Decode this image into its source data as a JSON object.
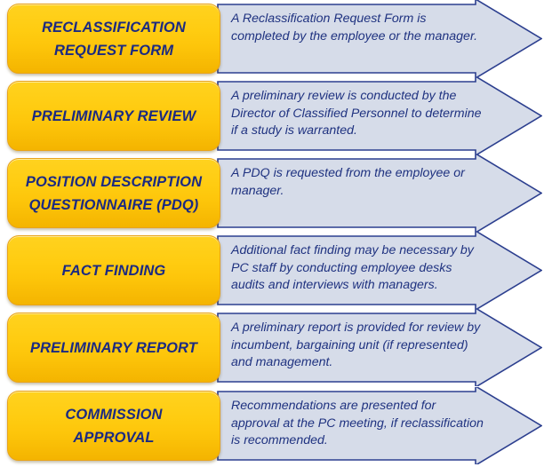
{
  "diagram": {
    "type": "process-flow",
    "orientation": "vertical-sequence",
    "step_count": 6,
    "colors": {
      "box_fill_top": "#ffd21f",
      "box_fill_bottom": "#f4b400",
      "box_border": "#e8a31a",
      "title_text": "#1b2a82",
      "arrow_fill": "#d6dce9",
      "arrow_border": "#2c3f8f",
      "description_text": "#1f3280",
      "background": "#ffffff"
    },
    "steps": [
      {
        "index": 1,
        "title": "RECLASSIFICATION\nREQUEST FORM",
        "description": "A  Reclassification Request Form is completed by the employee or the manager."
      },
      {
        "index": 2,
        "title": "PRELIMINARY REVIEW",
        "description": "A preliminary review is conducted by the Director of Classified Personnel to determine if a study is warranted."
      },
      {
        "index": 3,
        "title": "POSITION DESCRIPTION\nQUESTIONNAIRE (PDQ)",
        "description": "A PDQ is requested from the employee or manager."
      },
      {
        "index": 4,
        "title": "FACT FINDING",
        "description": "Additional fact finding may be necessary by PC staff by conducting employee desks audits and interviews with managers."
      },
      {
        "index": 5,
        "title": "PRELIMINARY REPORT",
        "description": "A preliminary report is provided  for review by incumbent, bargaining unit (if represented) and management."
      },
      {
        "index": 6,
        "title": "COMMISSION\nAPPROVAL",
        "description": "Recommendations are presented for approval at the PC meeting, if reclassification is recommended."
      }
    ]
  }
}
